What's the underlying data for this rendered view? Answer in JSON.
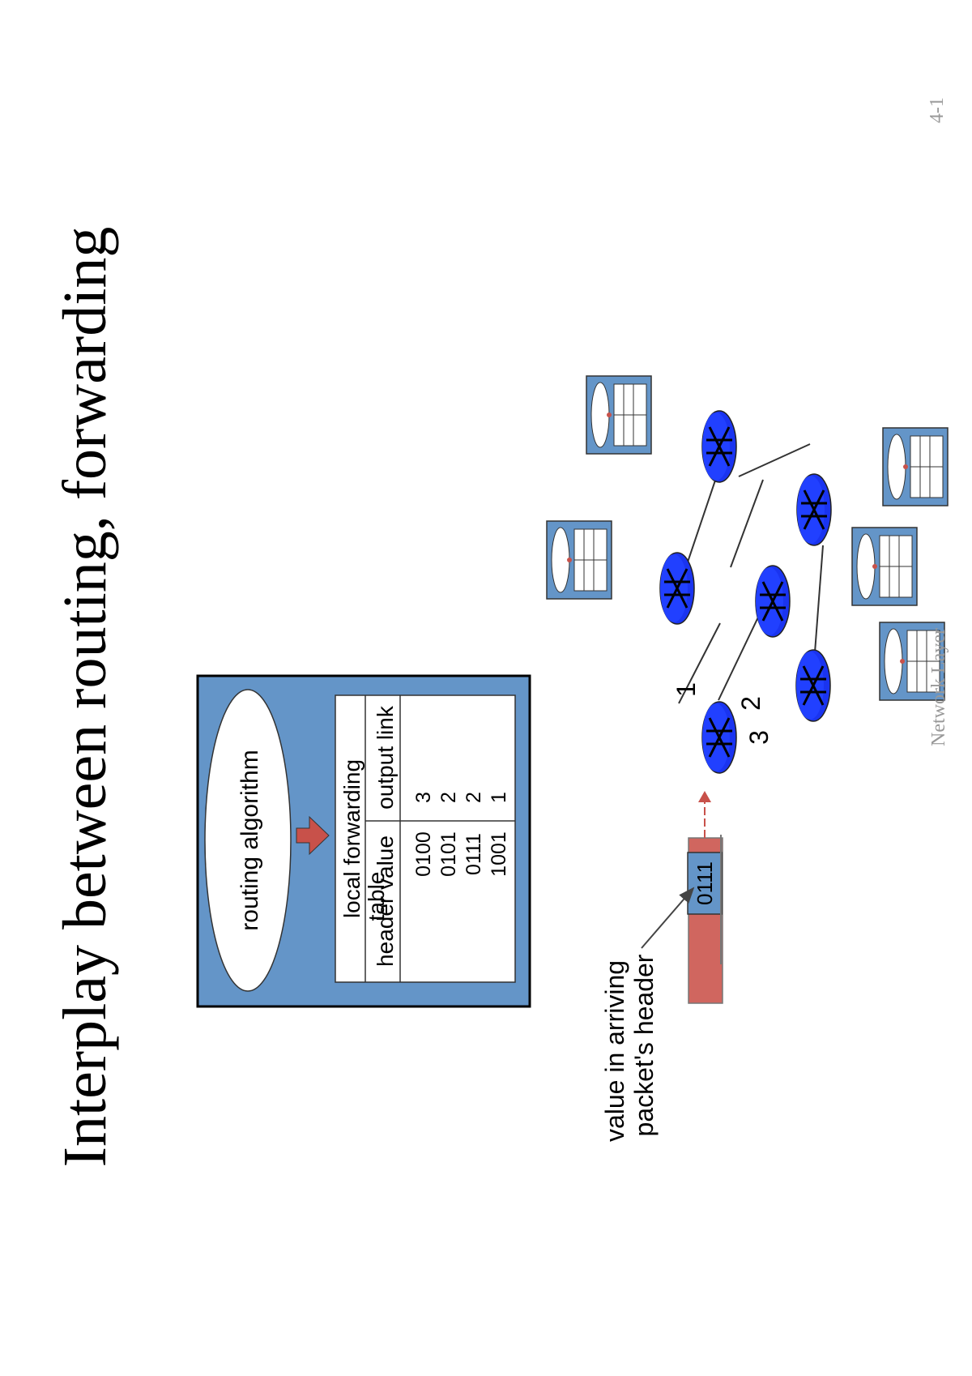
{
  "slide": {
    "title": "Interplay between routing, forwarding",
    "page_number": "4-1",
    "footer": "Network Layer"
  },
  "control_box": {
    "algorithm_label": "routing algorithm",
    "table_title_line1": "local forwarding",
    "table_title_line2": "table",
    "columns": [
      "header value",
      "output link"
    ],
    "rows": [
      [
        "0100",
        "3"
      ],
      [
        "0101",
        "2"
      ],
      [
        "0111",
        "2"
      ],
      [
        "1001",
        "1"
      ]
    ]
  },
  "packet": {
    "header_value": "0111",
    "caption_line1": "value in arriving",
    "caption_line2": "packet's header"
  },
  "link_numbers": [
    "1",
    "2",
    "3"
  ],
  "colors": {
    "panel": "#6495c8",
    "router": "#1a34f0",
    "packet_body": "#d0665f",
    "arrow": "#c8514a"
  }
}
